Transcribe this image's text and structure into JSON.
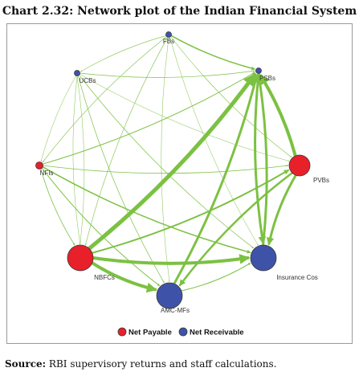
{
  "title": "Chart 2.32: Network plot of the Indian Financial System",
  "source_label": "Source:",
  "source_text": " RBI supervisory returns and staff calculations.",
  "colors": {
    "net_payable": "#e8202a",
    "net_receivable": "#3e52a8",
    "edge": "#7cc142",
    "node_stroke": "#3a3a3a"
  },
  "legend": [
    {
      "label": "Net Payable",
      "type": "net_payable"
    },
    {
      "label": "Net Receivable",
      "type": "net_receivable"
    }
  ],
  "nodes": [
    {
      "id": "FBs",
      "label": "FBs",
      "type": "net_receivable",
      "size": "tiny"
    },
    {
      "id": "PSBs",
      "label": "PSBs",
      "type": "net_receivable",
      "size": "tiny"
    },
    {
      "id": "UCBs",
      "label": "UCBs",
      "type": "net_receivable",
      "size": "tiny"
    },
    {
      "id": "NFIs",
      "label": "NFIs",
      "type": "net_payable",
      "size": "small"
    },
    {
      "id": "PVBs",
      "label": "PVBs",
      "type": "net_payable",
      "size": "medium"
    },
    {
      "id": "NBFCs",
      "label": "NBFCs",
      "type": "net_payable",
      "size": "large"
    },
    {
      "id": "InsuranceCos",
      "label": "Insurance Cos",
      "type": "net_receivable",
      "size": "large"
    },
    {
      "id": "AMCMFs",
      "label": "AMC-MFs",
      "type": "net_receivable",
      "size": "large"
    }
  ],
  "edges": [
    {
      "from": "NBFCs",
      "to": "PSBs",
      "weight": 5
    },
    {
      "from": "PVBs",
      "to": "PSBs",
      "weight": 4
    },
    {
      "from": "AMCMFs",
      "to": "PSBs",
      "weight": 3
    },
    {
      "from": "InsuranceCos",
      "to": "PSBs",
      "weight": 3
    },
    {
      "from": "PSBs",
      "to": "InsuranceCos",
      "weight": 3
    },
    {
      "from": "PVBs",
      "to": "InsuranceCos",
      "weight": 3
    },
    {
      "from": "NBFCs",
      "to": "InsuranceCos",
      "weight": 4
    },
    {
      "from": "NBFCs",
      "to": "AMCMFs",
      "weight": 4
    },
    {
      "from": "PVBs",
      "to": "AMCMFs",
      "weight": 2.5
    },
    {
      "from": "NBFCs",
      "to": "PVBs",
      "weight": 2
    },
    {
      "from": "NFIs",
      "to": "InsuranceCos",
      "weight": 1.5
    },
    {
      "from": "NFIs",
      "to": "PSBs",
      "weight": 1
    },
    {
      "from": "NFIs",
      "to": "AMCMFs",
      "weight": 1
    },
    {
      "from": "FBs",
      "to": "PSBs",
      "weight": 1.5
    },
    {
      "from": "AMCMFs",
      "to": "InsuranceCos",
      "weight": 1
    },
    {
      "from": "UCBs",
      "to": "InsuranceCos",
      "weight": 0.7
    },
    {
      "from": "UCBs",
      "to": "PSBs",
      "weight": 0.7
    },
    {
      "from": "UCBs",
      "to": "AMCMFs",
      "weight": 0.7
    },
    {
      "from": "FBs",
      "to": "UCBs",
      "weight": 0.6
    },
    {
      "from": "FBs",
      "to": "NFIs",
      "weight": 0.6
    },
    {
      "from": "FBs",
      "to": "NBFCs",
      "weight": 0.6
    },
    {
      "from": "FBs",
      "to": "PVBs",
      "weight": 0.6
    },
    {
      "from": "FBs",
      "to": "AMCMFs",
      "weight": 0.5
    },
    {
      "from": "FBs",
      "to": "InsuranceCos",
      "weight": 0.5
    },
    {
      "from": "UCBs",
      "to": "NFIs",
      "weight": 0.5
    },
    {
      "from": "UCBs",
      "to": "NBFCs",
      "weight": 0.5
    },
    {
      "from": "UCBs",
      "to": "PVBs",
      "weight": 0.5
    },
    {
      "from": "NFIs",
      "to": "NBFCs",
      "weight": 0.8
    },
    {
      "from": "NFIs",
      "to": "PVBs",
      "weight": 0.8
    },
    {
      "from": "NBFCs",
      "to": "UCBs",
      "weight": 0.5
    }
  ]
}
